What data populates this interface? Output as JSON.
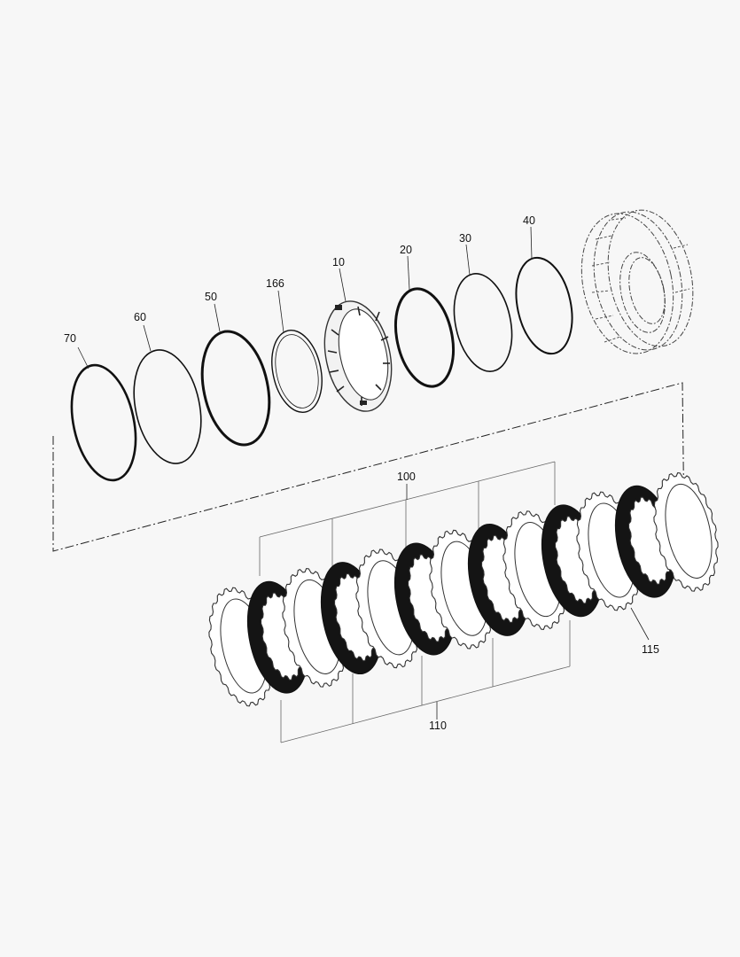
{
  "callouts": {
    "p70": "70",
    "p60": "60",
    "p50": "50",
    "p166": "166",
    "p10": "10",
    "p20": "20",
    "p30": "30",
    "p40": "40",
    "p100": "100",
    "p110": "110",
    "p115": "115"
  }
}
